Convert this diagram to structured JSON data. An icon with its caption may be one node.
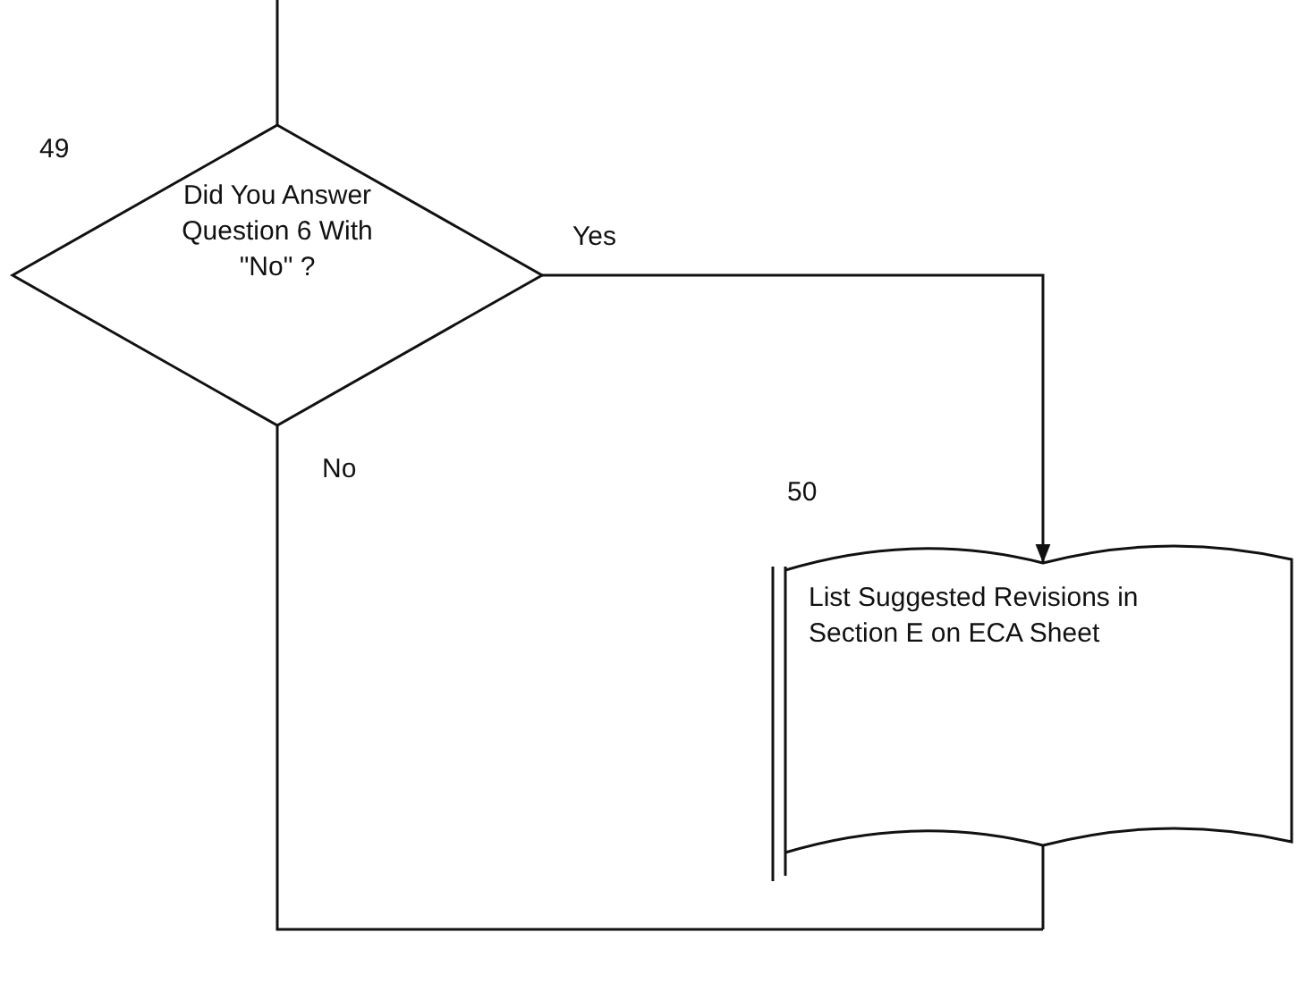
{
  "diagram": {
    "nodes": [
      {
        "text": [
          "Did You Answer Question 6 With \"No\" ?"
        ],
        "beside": [
          "49"
        ]
      },
      {
        "text": [
          "List Suggested Revisions in Section E on ECA Sheet"
        ],
        "beside": [
          "50"
        ]
      }
    ],
    "edges": [
      {
        "from": null,
        "to": 0,
        "arrow": "none"
      },
      {
        "from": 0,
        "to": 1,
        "arrow": "to",
        "label": "Yes"
      },
      {
        "from": 0,
        "to": null,
        "arrow": "none",
        "label": "No"
      },
      {
        "from": 1,
        "to": null,
        "arrow": "none"
      }
    ]
  }
}
